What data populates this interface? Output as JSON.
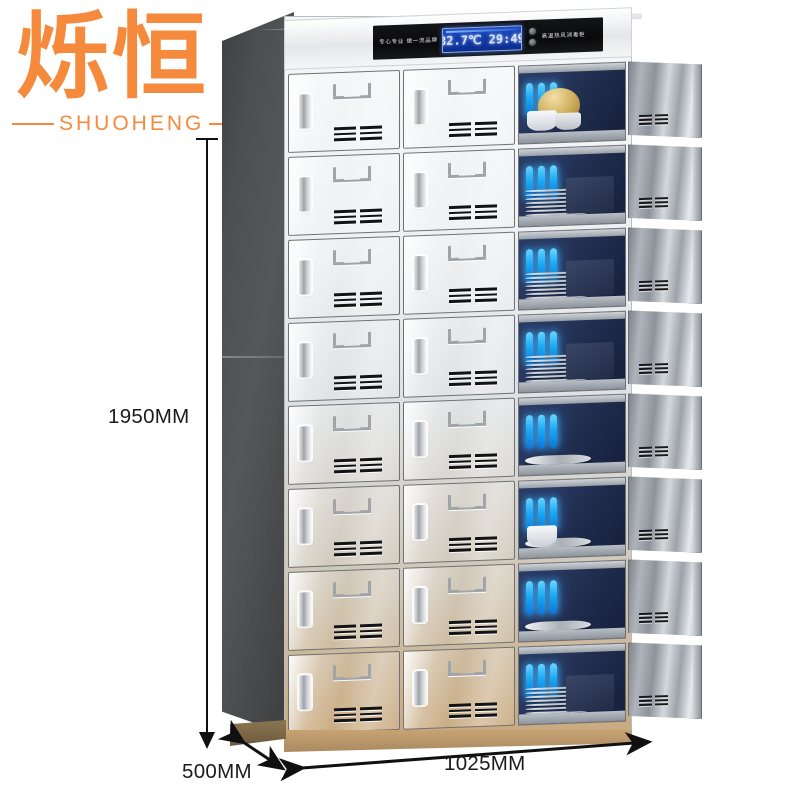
{
  "brand": {
    "logo_cn": "烁恒",
    "logo_pinyin": "SHUOHENG",
    "accent_color": "#F58A3C"
  },
  "product": {
    "type": "commercial-disinfection-cabinet",
    "tiers": 8,
    "doors_per_tier": 3,
    "open_doors": 8,
    "body_color_top": "#f6f7f8",
    "body_color_bottom": "#c9a87c",
    "interior_color": "#1e2a4a",
    "uv_lamp_color": "#19a9f5"
  },
  "control_panel": {
    "slogan_left": "专心专业 做一流品牌",
    "model_right": "高温热风消毒柜",
    "lcd_value": "32.7℃ 29:49",
    "lcd_temperature": "32.7℃",
    "lcd_timer": "29:49",
    "lcd_color": "#1038a8",
    "button_count": 2
  },
  "dimensions": {
    "height": "1950MM",
    "depth": "500MM",
    "width": "1025MM"
  },
  "rows": [
    {
      "index": 1,
      "contents": "bowls-and-cups"
    },
    {
      "index": 2,
      "contents": "stacked-plates"
    },
    {
      "index": 3,
      "contents": "stacked-plates"
    },
    {
      "index": 4,
      "contents": "stacked-plates"
    },
    {
      "index": 5,
      "contents": "tray"
    },
    {
      "index": 6,
      "contents": "cup-and-plate"
    },
    {
      "index": 7,
      "contents": "tray"
    },
    {
      "index": 8,
      "contents": "stacked-plates"
    }
  ]
}
